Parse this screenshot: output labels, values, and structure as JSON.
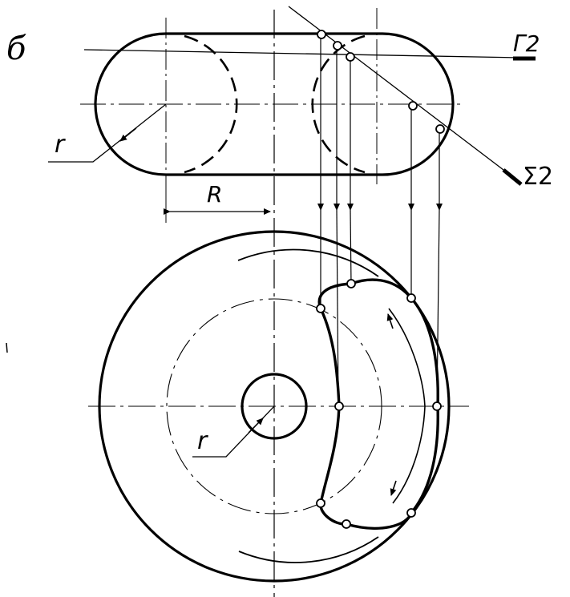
{
  "labels": {
    "panel_letter": "б",
    "gamma_plane": "Γ2",
    "sigma_plane": "Σ2",
    "radius_top": "r",
    "radius_bottom": "r",
    "major_radius": "R"
  },
  "colors": {
    "ink": "#000000",
    "background": "#ffffff",
    "point_fill": "#ffffff"
  }
}
